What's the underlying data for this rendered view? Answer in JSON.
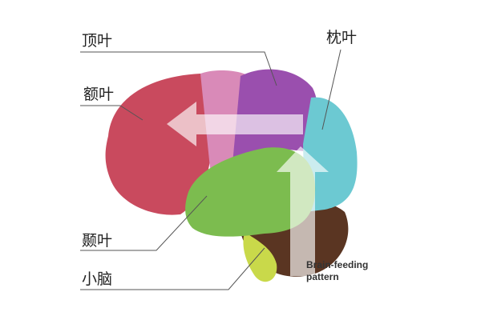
{
  "labels": {
    "parietal": "顶叶",
    "frontal": "额叶",
    "occipital": "枕叶",
    "temporal": "颞叶",
    "cerebellum": "小脑"
  },
  "caption": {
    "line1": "Brain-feeding",
    "line2": "pattern"
  },
  "colors": {
    "frontal": "#c94a5e",
    "pink": "#d98ab8",
    "parietal": "#9a4fae",
    "occipital": "#6cc9d2",
    "temporal": "#7cbc4f",
    "cerebellum": "#5a3522",
    "brainstem": "#c9d94a"
  }
}
